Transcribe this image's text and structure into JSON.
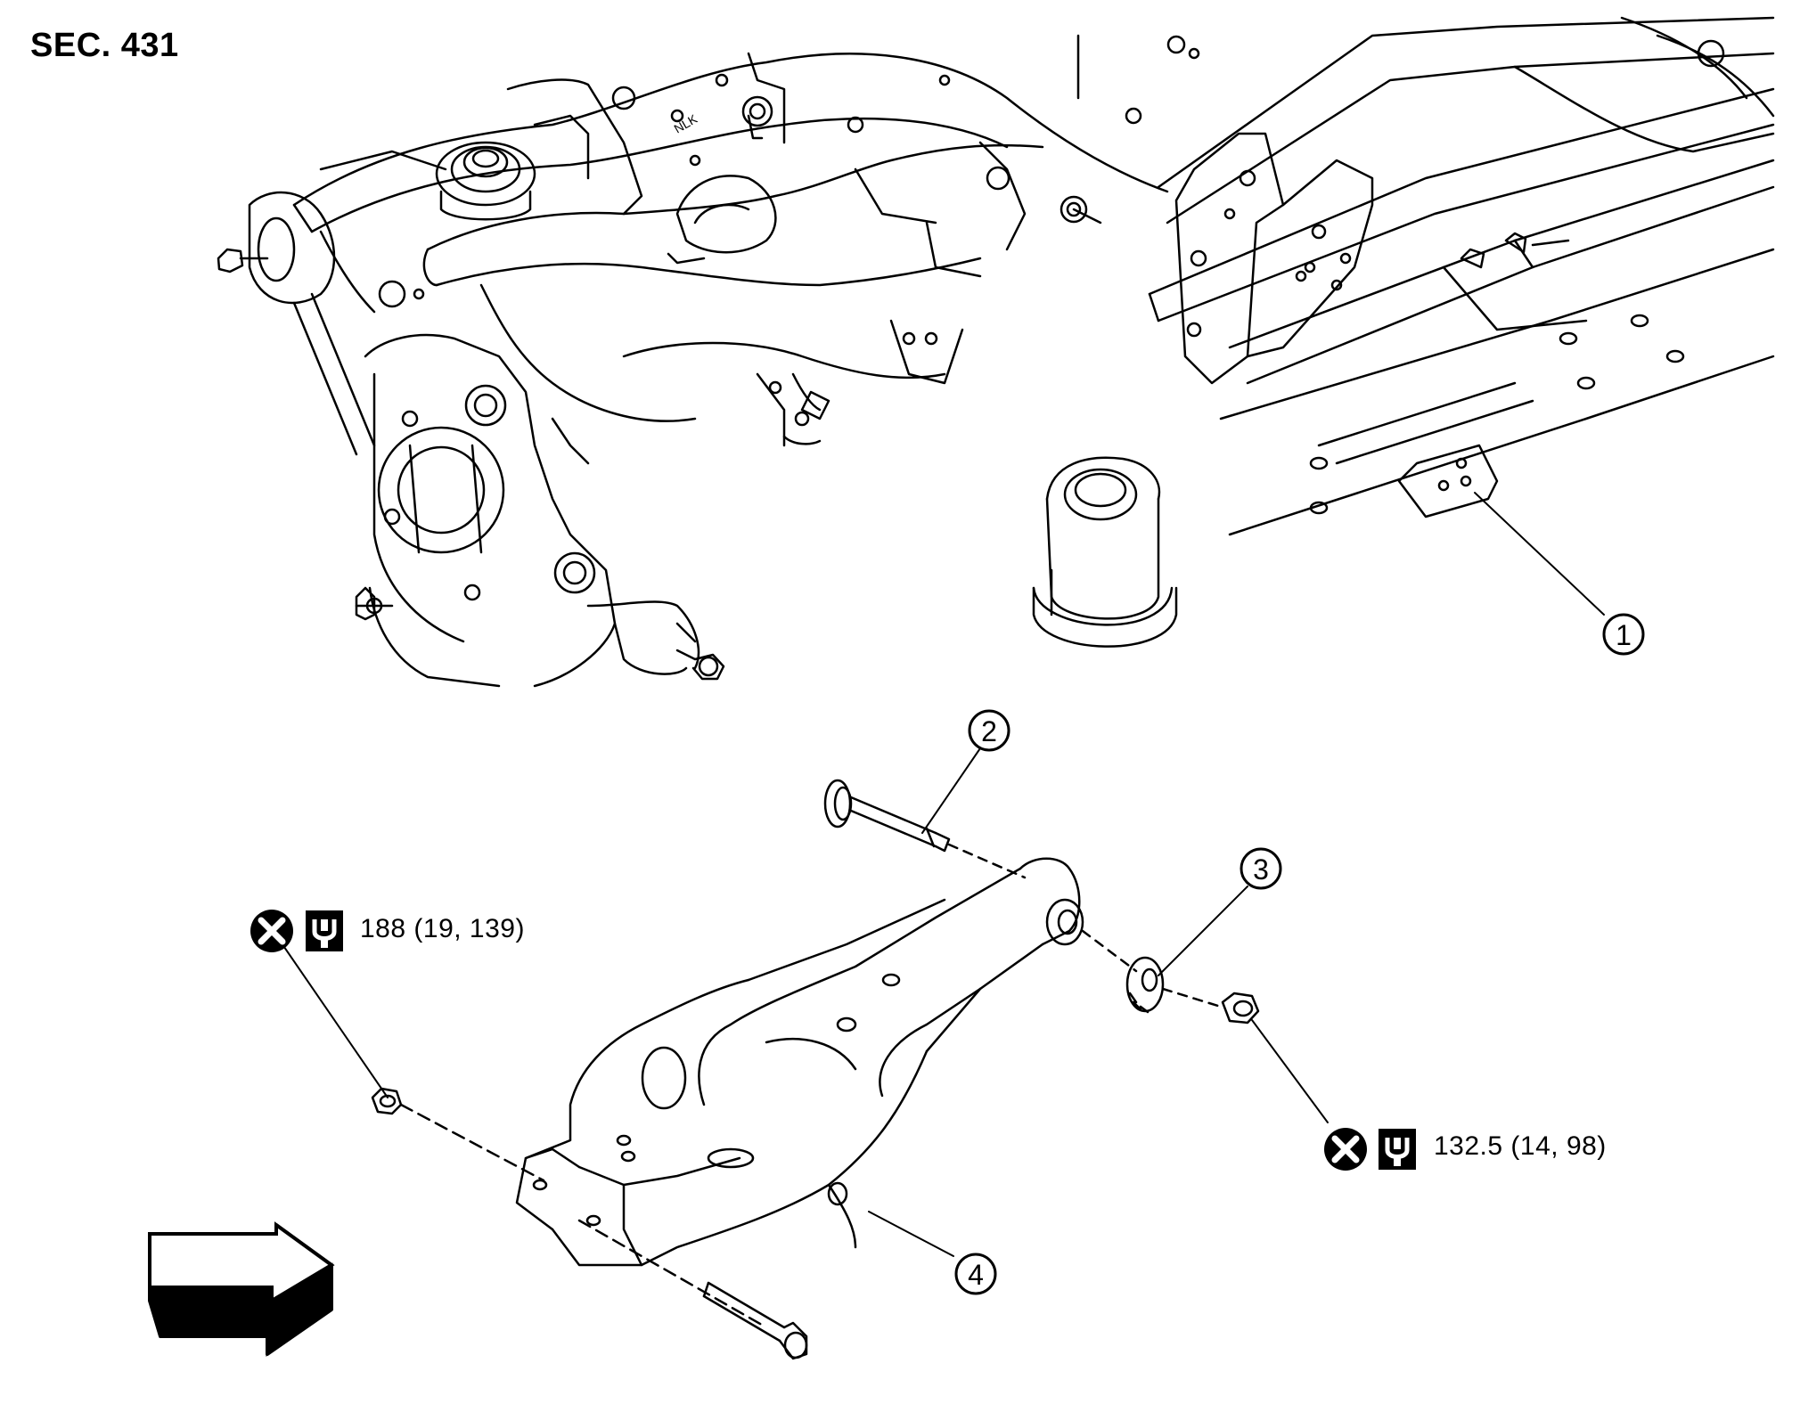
{
  "section_label": "SEC. 431",
  "callouts": [
    {
      "id": "frame",
      "number": "1"
    },
    {
      "id": "adjusting-bolt",
      "number": "2"
    },
    {
      "id": "adjusting-washer",
      "number": "3"
    },
    {
      "id": "lower-link",
      "number": "4"
    }
  ],
  "torque_specs": [
    {
      "id": "spec-outer",
      "value": "188 (19, 139)",
      "icons": [
        "do-not-reuse-icon",
        "tightening-torque-icon"
      ]
    },
    {
      "id": "spec-inner",
      "value": "132.5 (14, 98)",
      "icons": [
        "do-not-reuse-icon",
        "tightening-torque-icon"
      ]
    }
  ],
  "direction_arrow": "front-direction-arrow-icon"
}
